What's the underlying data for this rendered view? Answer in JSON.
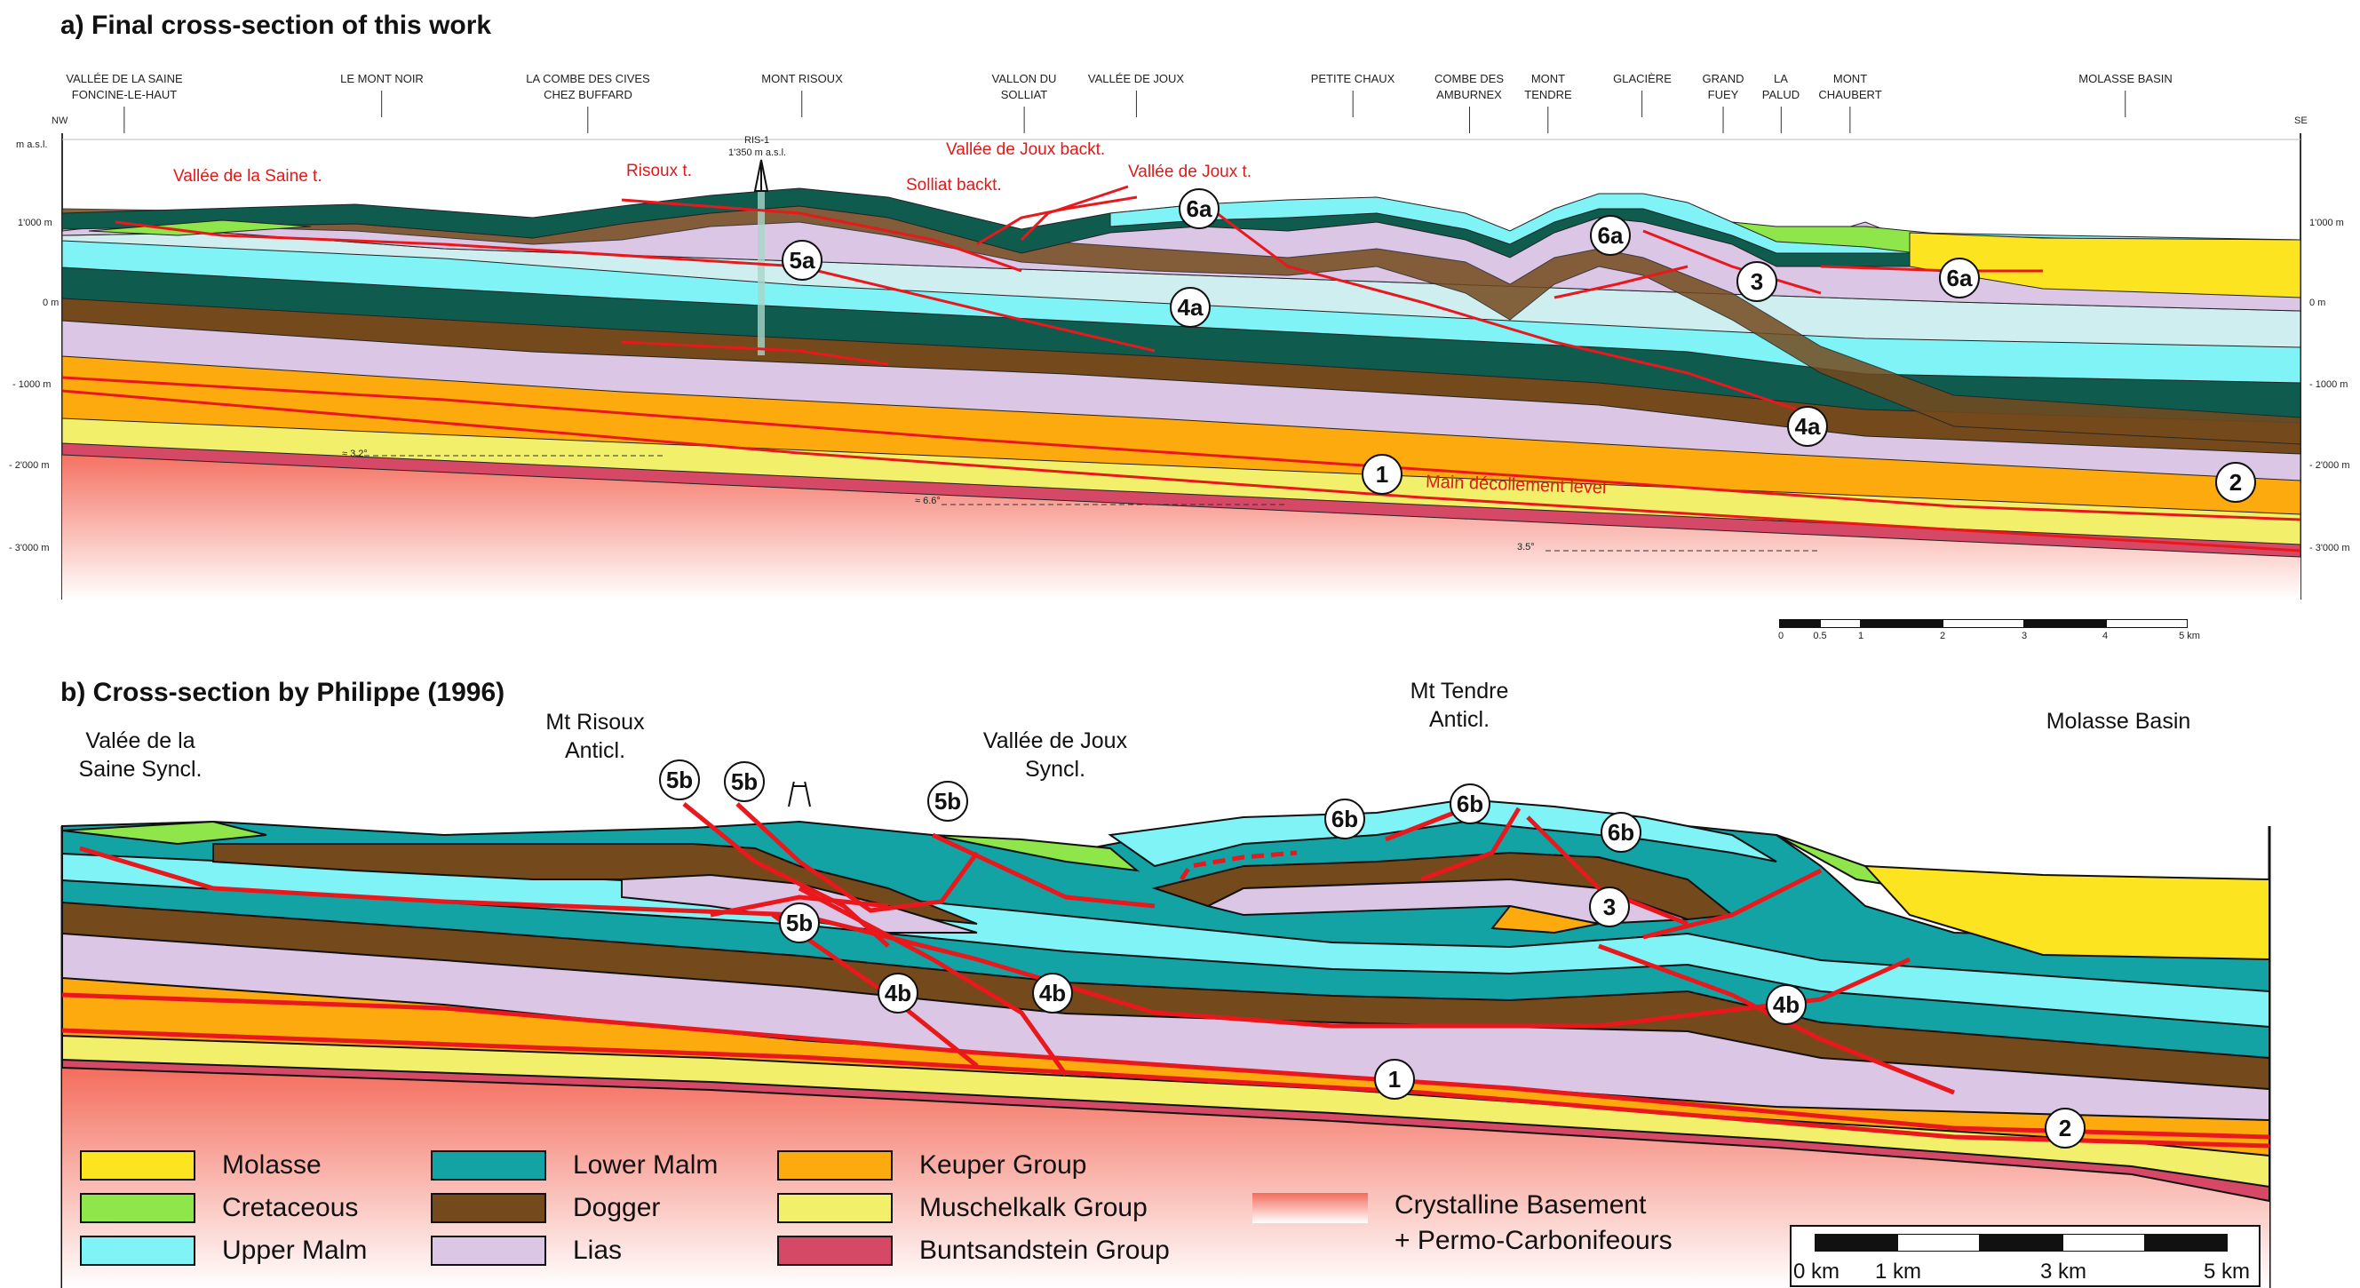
{
  "panel_a": {
    "title": "a) Final cross-section of this work",
    "nw": "NW",
    "se": "SE",
    "unit": "m a.s.l.",
    "elev_left": [
      "1'000 m",
      "0 m",
      "- 1000 m",
      "- 2'000 m",
      "- 3'000 m"
    ],
    "elev_right": [
      "1'000 m",
      "0 m",
      "- 1000 m",
      "- 2'000 m",
      "- 3'000 m"
    ],
    "locations": [
      "VALLÉE DE LA SAINE\nFONCINE-LE-HAUT",
      "LE MONT NOIR",
      "LA COMBE DES CIVES\nCHEZ BUFFARD",
      "MONT RISOUX",
      "VALLON DU\nSOLLIAT",
      "VALLÉE DE JOUX",
      "PETITE CHAUX",
      "COMBE DES\nAMBURNEX",
      "MONT\nTENDRE",
      "GLACIÈRE",
      "GRAND\nFUEY",
      "LA\nPALUD",
      "MONT\nCHAUBERT",
      "MOLASSE BASIN"
    ],
    "faults": [
      "Vallée de la Saine t.",
      "Risoux t.",
      "Vallée de Joux backt.",
      "Solliat backt.",
      "Vallée de Joux t."
    ],
    "well": "RIS-1",
    "well_elev": "1'350 m a.s.l.",
    "main_decollement": "Main décollement level",
    "dips": [
      "≈ 3.2°",
      "≈ 6.6°",
      "3.5°"
    ],
    "badges": [
      "6a",
      "5a",
      "4a",
      "6a",
      "3",
      "6a",
      "4a",
      "1",
      "2"
    ],
    "scale_labels": [
      "0",
      "0.5",
      "1",
      "2",
      "3",
      "4",
      "5 km"
    ]
  },
  "panel_b": {
    "title": "b) Cross-section by Philippe (1996)",
    "labels": [
      "Valée de la\nSaine Syncl.",
      "Mt Risoux\nAnticl.",
      "Vallée de Joux\nSyncl.",
      "Mt Tendre\nAnticl.",
      "Molasse Basin"
    ],
    "badges": [
      "5b",
      "5b",
      "5b",
      "5b",
      "4b",
      "4b",
      "6b",
      "6b",
      "6b",
      "3",
      "4b",
      "1",
      "2"
    ],
    "scale_labels": [
      "0 km",
      "1 km",
      "3 km",
      "5 km"
    ]
  },
  "legend": [
    {
      "label": "Molasse",
      "color": "#fde421"
    },
    {
      "label": "Cretaceous",
      "color": "#8ee64a"
    },
    {
      "label": "Upper Malm",
      "color": "#7ff3f6"
    },
    {
      "label": "Lower Malm",
      "color": "#13a3a5"
    },
    {
      "label": "Dogger",
      "color": "#744a1d"
    },
    {
      "label": "Lias",
      "color": "#dcc6e6"
    },
    {
      "label": "Keuper Group",
      "color": "#fdaa0f"
    },
    {
      "label": "Muschelkalk Group",
      "color": "#f2f06a"
    },
    {
      "label": "Buntsandstein Group",
      "color": "#d54866"
    },
    {
      "label": "Crystalline Basement\n+ Permo-Carbonifeours",
      "color": "#f46c5c"
    }
  ],
  "colors": {
    "fault": "#e8181c",
    "basement_top": "#f46c5c",
    "basement_bottom": "#ffffff"
  }
}
